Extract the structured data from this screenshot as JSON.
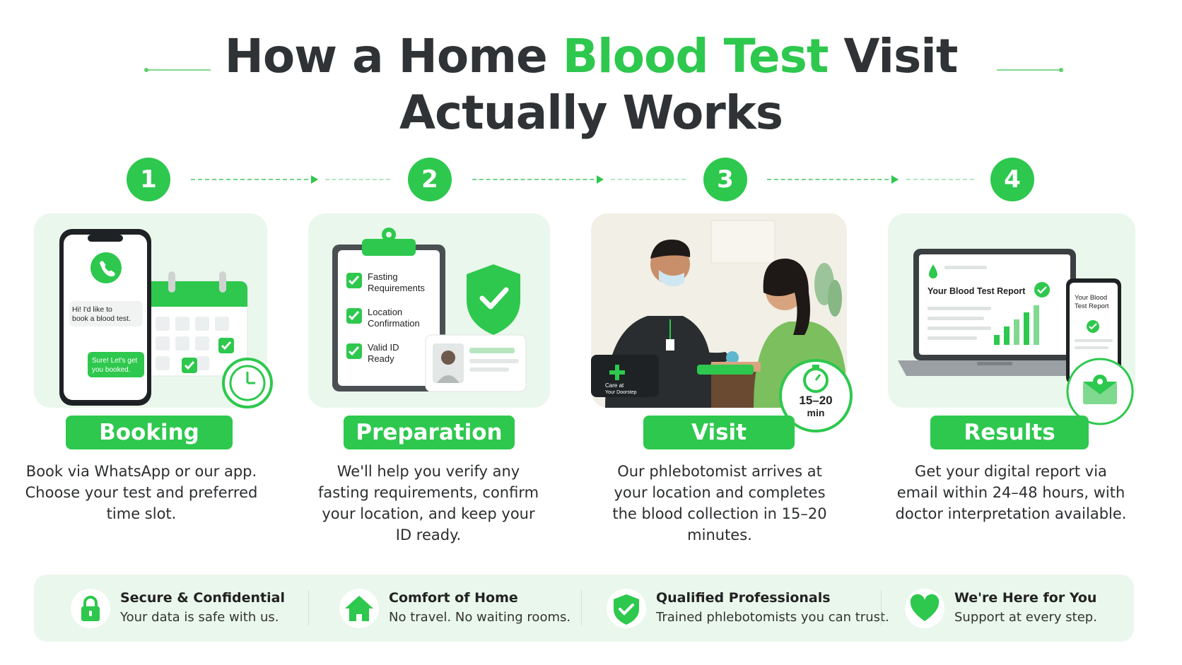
{
  "title": {
    "line1_pre": "How a Home ",
    "line1_accent": "Blood Test",
    "line1_post": " Visit",
    "line2": "Actually Works"
  },
  "steps": [
    {
      "number": "1",
      "label": "Booking",
      "description": "Book via WhatsApp or our app. Choose your test and preferred time slot.",
      "chat_in": [
        "Hi! I'd like to",
        "book a blood test."
      ],
      "chat_out": [
        "Sure! Let's get",
        "you booked."
      ]
    },
    {
      "number": "2",
      "label": "Preparation",
      "description": "We'll help you verify any fasting requirements, confirm your location, and keep your ID ready.",
      "checklist": [
        [
          "Fasting",
          "Requirements"
        ],
        [
          "Location",
          "Confirmation"
        ],
        [
          "Valid ID",
          "Ready"
        ]
      ]
    },
    {
      "number": "3",
      "label": "Visit",
      "description": "Our phlebotomist arrives at your location and completes the blood collection in 15–20 minutes.",
      "timer_value": "15–20",
      "timer_unit": "min",
      "kit_text": [
        "Care at",
        "Your Doorstep"
      ]
    },
    {
      "number": "4",
      "label": "Results",
      "description": "Get your digital report via email within 24–48 hours, with doctor interpretation available.",
      "laptop_report_title": "Your Blood Test Report",
      "phone_report_title": [
        "Your Blood",
        "Test Report"
      ]
    }
  ],
  "features": [
    {
      "icon": "lock-icon",
      "title": "Secure & Confidential",
      "text": "Your data is safe with us."
    },
    {
      "icon": "home-icon",
      "title": "Comfort of Home",
      "text": "No travel. No waiting rooms."
    },
    {
      "icon": "shield-check-icon",
      "title": "Qualified Professionals",
      "text": "Trained phlebotomists you can trust."
    },
    {
      "icon": "heart-icon",
      "title": "We're Here for You",
      "text": "Support at every step."
    }
  ],
  "colors": {
    "accent": "#2dc84d",
    "card_bg": "#eaf7ec",
    "text": "#2f3336"
  }
}
